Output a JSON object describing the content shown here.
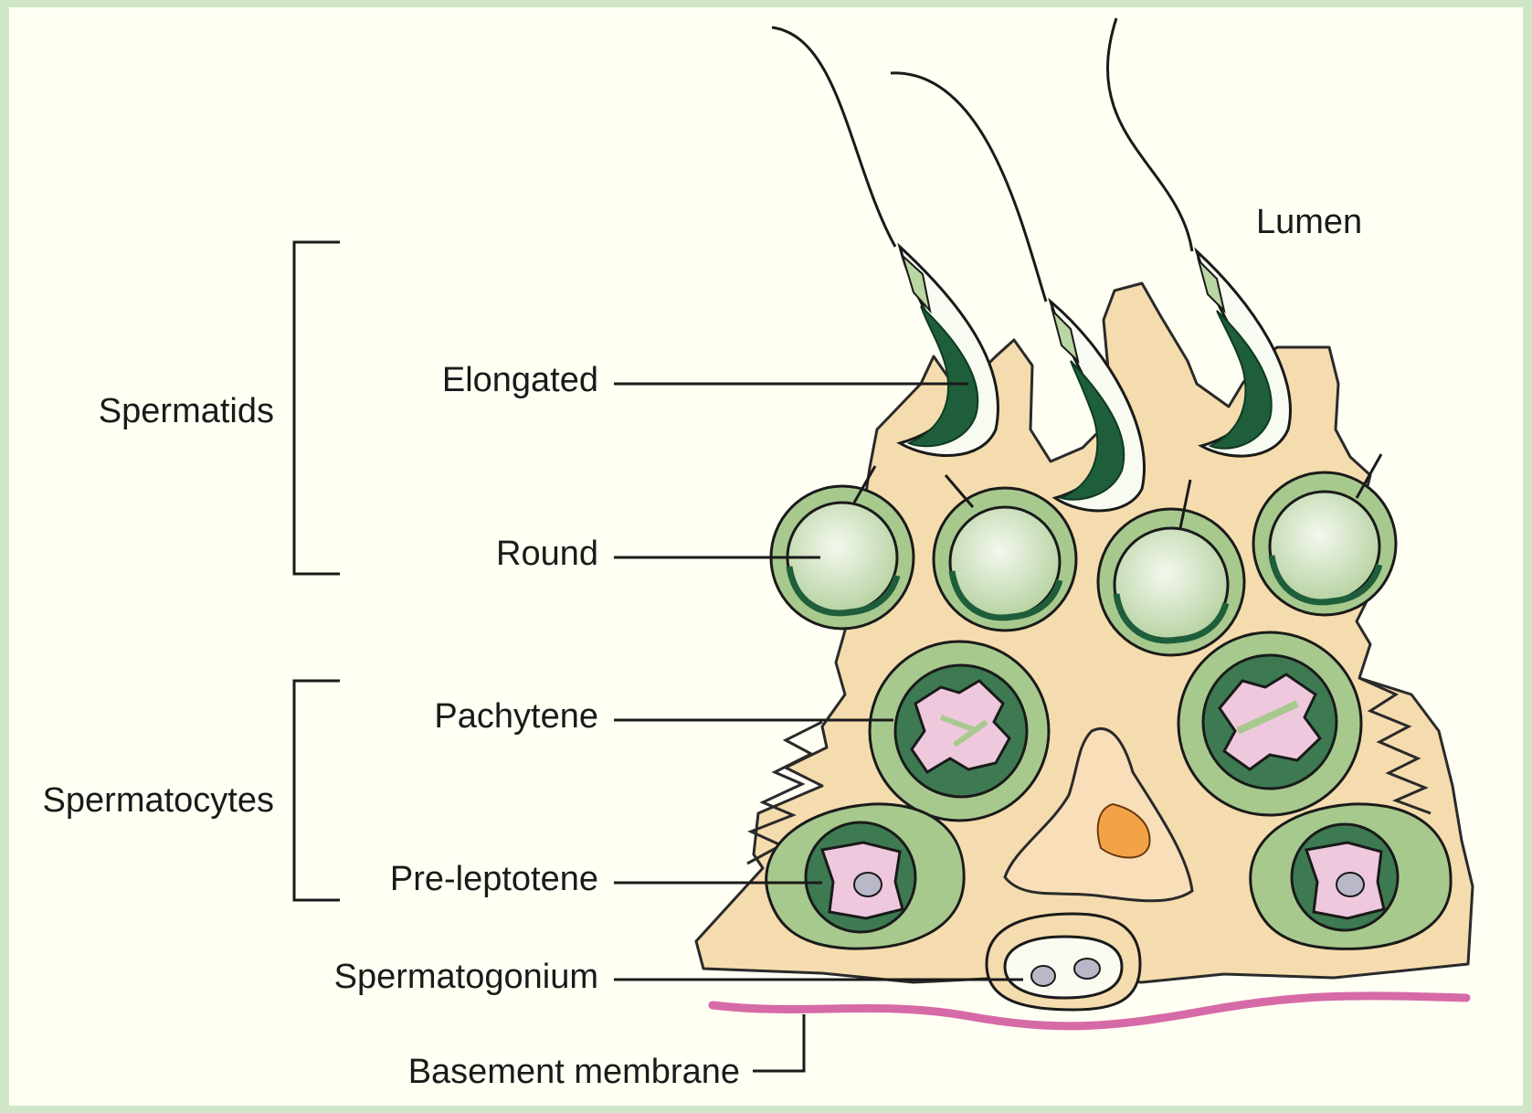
{
  "labels": {
    "lumen": "Lumen",
    "spermatids": "Spermatids",
    "spermatocytes": "Spermatocytes",
    "elongated": "Elongated",
    "round": "Round",
    "pachytene": "Pachytene",
    "pre_leptotene": "Pre-leptotene",
    "spermatogonium": "Spermatogonium",
    "basement_membrane": "Basement membrane"
  },
  "colors": {
    "background": "#cfe7c6",
    "panel": "#fffff4",
    "sertoli": "#f5dcae",
    "cell_light": "#a8c98e",
    "cell_mid": "#7faa6a",
    "cell_dark": "#1f5e3a",
    "chromatin": "#eec9dd",
    "membrane": "#d66aa6",
    "nucleolus": "#f2a347"
  }
}
